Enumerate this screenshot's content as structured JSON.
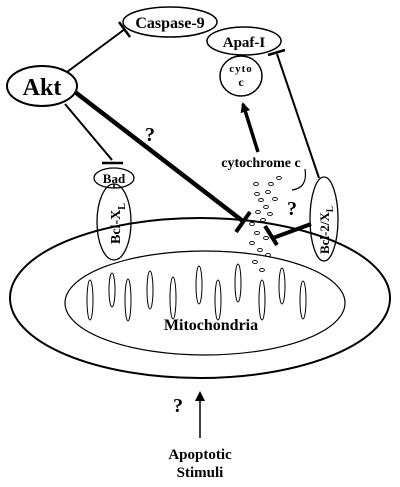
{
  "nodes": {
    "akt": "Akt",
    "caspase9": "Caspase-9",
    "apaf1": "Apaf-I",
    "cytoc_top": "cyto",
    "cytoc_bottom": "c",
    "bad": "Bad",
    "bclxl_left": "Bcl-X",
    "bclxl_left_sub": "L",
    "bcl2xl": "Bcl-2/X",
    "bcl2xl_sub": "L",
    "mitochondria": "Mitochondria",
    "cytochrome_c": "cytochrome c",
    "apoptotic_line1": "Apoptotic",
    "apoptotic_line2": "Stimuli"
  },
  "question_marks": [
    "?",
    "?",
    "?"
  ]
}
